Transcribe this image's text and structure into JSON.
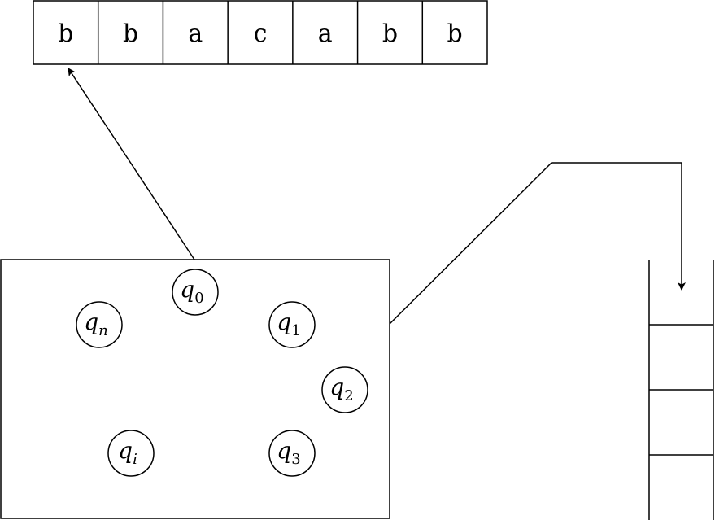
{
  "tape": {
    "cells": [
      "b",
      "b",
      "a",
      "c",
      "a",
      "b",
      "b"
    ]
  },
  "control": {
    "states": [
      {
        "symbol": "q",
        "subscript": "0",
        "subscript_italic": false
      },
      {
        "symbol": "q",
        "subscript": "1",
        "subscript_italic": false
      },
      {
        "symbol": "q",
        "subscript": "2",
        "subscript_italic": false
      },
      {
        "symbol": "q",
        "subscript": "3",
        "subscript_italic": false
      },
      {
        "symbol": "q",
        "subscript": "n",
        "subscript_italic": true
      },
      {
        "symbol": "q",
        "subscript": "i",
        "subscript_italic": true
      }
    ]
  },
  "stack": {
    "compartments": 3
  }
}
